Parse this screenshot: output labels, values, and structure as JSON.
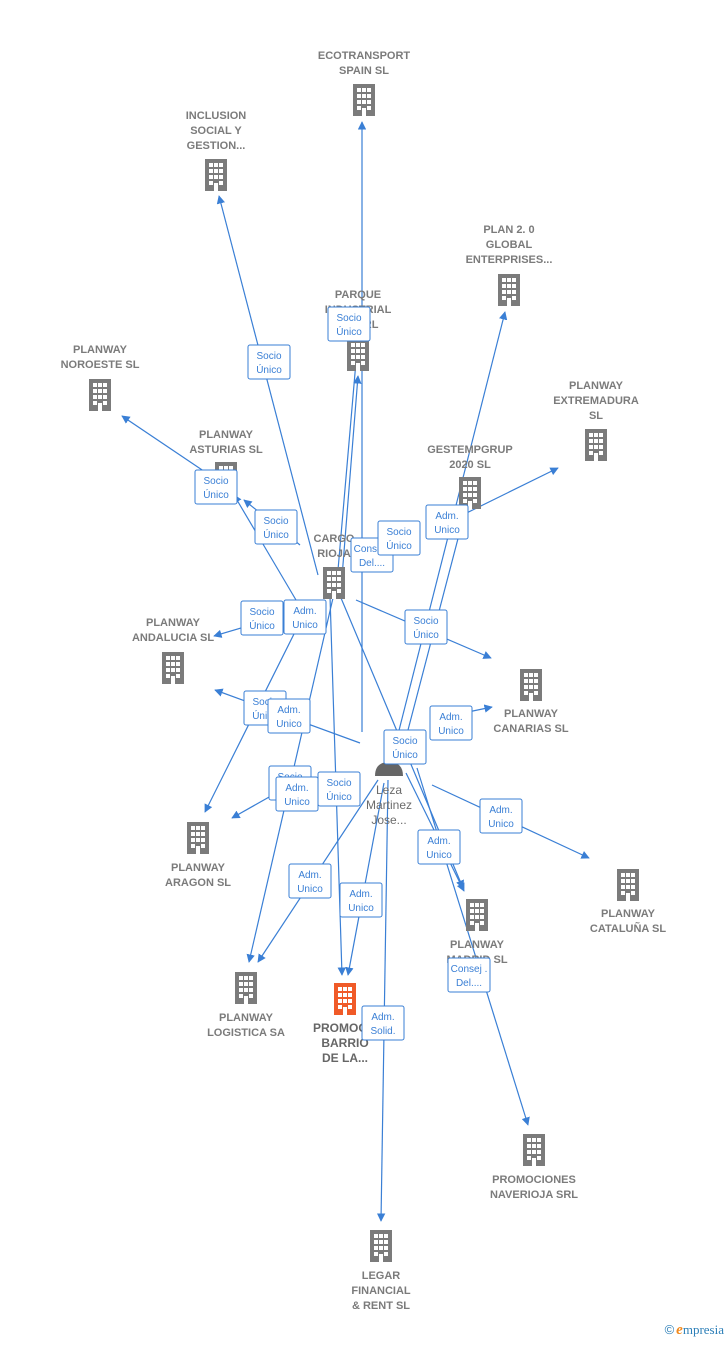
{
  "colors": {
    "edge": "#3a7fd5",
    "building": "#7b7b7b",
    "main_building": "#f05a28",
    "person": "#666666",
    "brand_blue": "#2c7fb8",
    "brand_orange": "#f28a1e"
  },
  "companies": [
    {
      "id": "ecotransport",
      "lines": [
        "ECOTRANSPORT",
        "SPAIN  SL"
      ],
      "icon": "building-icon"
    },
    {
      "id": "inclusion",
      "lines": [
        "INCLUSION",
        "SOCIAL Y",
        "GESTION..."
      ],
      "icon": "building-icon"
    },
    {
      "id": "plan2",
      "lines": [
        "PLAN 2. 0",
        "GLOBAL",
        "ENTERPRISES..."
      ],
      "icon": "building-icon"
    },
    {
      "id": "parque",
      "lines": [
        "PARQUE",
        "INDUSTRIAL",
        "L...  SRL"
      ],
      "icon": "building-icon"
    },
    {
      "id": "noroeste",
      "lines": [
        "PLANWAY",
        "NOROESTE SL"
      ],
      "icon": "building-icon"
    },
    {
      "id": "extremadura",
      "lines": [
        "PLANWAY",
        "EXTREMADURA",
        "SL"
      ],
      "icon": "building-icon"
    },
    {
      "id": "asturias",
      "lines": [
        "PLANWAY",
        "ASTURIAS  SL"
      ],
      "icon": "building-icon"
    },
    {
      "id": "gestemp",
      "lines": [
        "GESTEMPGRUP",
        "2020  SL"
      ],
      "icon": "building-icon"
    },
    {
      "id": "cargo",
      "lines": [
        "CARGO",
        "RIOJA"
      ],
      "icon": "building-icon"
    },
    {
      "id": "andalucia",
      "lines": [
        "PLANWAY",
        "ANDALUCIA  SL"
      ],
      "icon": "building-icon"
    },
    {
      "id": "canarias",
      "lines": [
        "PLANWAY",
        "CANARIAS  SL"
      ],
      "icon": "building-icon"
    },
    {
      "id": "aragon",
      "lines": [
        "PLANWAY",
        "ARAGON  SL"
      ],
      "icon": "building-icon"
    },
    {
      "id": "cataluna",
      "lines": [
        "PLANWAY",
        "CATALUÑA  SL"
      ],
      "icon": "building-icon"
    },
    {
      "id": "madrid",
      "lines": [
        "PLANWAY",
        "MADRID  SL"
      ],
      "icon": "building-icon"
    },
    {
      "id": "logistica",
      "lines": [
        "PLANWAY",
        "LOGISTICA SA"
      ],
      "icon": "building-icon"
    },
    {
      "id": "main",
      "lines": [
        "PROMOC...",
        "BARRIO",
        "DE LA..."
      ],
      "icon": "building-icon",
      "highlight": true
    },
    {
      "id": "naverioja",
      "lines": [
        "PROMOCIONES",
        "NAVERIOJA SRL"
      ],
      "icon": "building-icon"
    },
    {
      "id": "legar",
      "lines": [
        "LEGAR",
        "FINANCIAL",
        "& RENT  SL"
      ],
      "icon": "building-icon"
    }
  ],
  "person": {
    "lines": [
      "Leza",
      "Martinez",
      "Jose..."
    ],
    "icon": "person-icon"
  },
  "relations": [
    {
      "label": [
        "Socio",
        "Único"
      ]
    },
    {
      "label": [
        "Socio",
        "Único"
      ]
    },
    {
      "label": [
        "Socio",
        "Único"
      ]
    },
    {
      "label": [
        "Socio",
        "Único"
      ]
    },
    {
      "label": [
        "Consej .",
        "Del...."
      ]
    },
    {
      "label": [
        "Socio",
        "Único"
      ]
    },
    {
      "label": [
        "Adm.",
        "Unico"
      ]
    },
    {
      "label": [
        "Socio",
        "Único"
      ]
    },
    {
      "label": [
        "Adm.",
        "Unico"
      ]
    },
    {
      "label": [
        "Socio",
        "Único"
      ]
    },
    {
      "label": [
        "Adm.",
        "Unico"
      ]
    },
    {
      "label": [
        "Socio",
        "Único"
      ]
    },
    {
      "label": [
        "Adm.",
        "Unico"
      ]
    },
    {
      "label": [
        "Socio",
        "Único"
      ]
    },
    {
      "label": [
        "Socio",
        "Único"
      ]
    },
    {
      "label": [
        "Adm.",
        "Unico"
      ]
    },
    {
      "label": [
        "Socio",
        "Único"
      ]
    },
    {
      "label": [
        "Adm.",
        "Unico"
      ]
    },
    {
      "label": [
        "Adm.",
        "Unico"
      ]
    },
    {
      "label": [
        "Adm.",
        "Unico"
      ]
    },
    {
      "label": [
        "Adm.",
        "Unico"
      ]
    },
    {
      "label": [
        "Consej .",
        "Del...."
      ]
    },
    {
      "label": [
        "Adm.",
        "Solid."
      ]
    }
  ],
  "footer": {
    "copyright": "©",
    "brand_initial": "e",
    "brand_rest": "mpresia"
  }
}
